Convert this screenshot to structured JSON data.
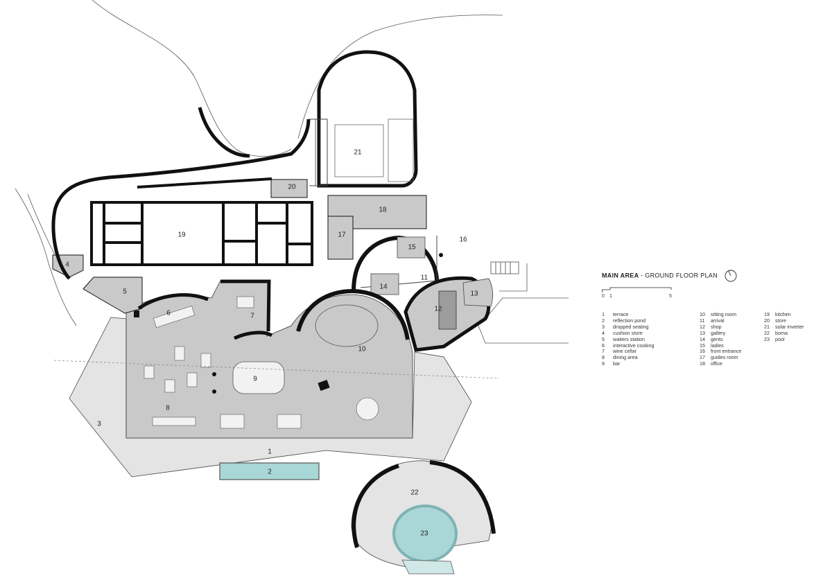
{
  "legend": {
    "title_bold": "MAIN AREA",
    "title_rest": " - GROUND FLOOR PLAN",
    "scale_labels": [
      "0",
      "1",
      "5"
    ],
    "items": [
      {
        "n": "1",
        "label": "terrace"
      },
      {
        "n": "2",
        "label": "reflection pond"
      },
      {
        "n": "3",
        "label": "dropped seating"
      },
      {
        "n": "4",
        "label": "cushion store"
      },
      {
        "n": "5",
        "label": "waiters station"
      },
      {
        "n": "6",
        "label": "interactive cooking"
      },
      {
        "n": "7",
        "label": "wine cellar"
      },
      {
        "n": "8",
        "label": "dining area"
      },
      {
        "n": "9",
        "label": "bar"
      },
      {
        "n": "10",
        "label": "sitting room"
      },
      {
        "n": "11",
        "label": "arrival"
      },
      {
        "n": "12",
        "label": "shop"
      },
      {
        "n": "13",
        "label": "gallery"
      },
      {
        "n": "14",
        "label": "gents"
      },
      {
        "n": "15",
        "label": "ladies"
      },
      {
        "n": "16",
        "label": "front entrance"
      },
      {
        "n": "17",
        "label": "guides room"
      },
      {
        "n": "18",
        "label": "office"
      },
      {
        "n": "19",
        "label": "kitchen"
      },
      {
        "n": "20",
        "label": "store"
      },
      {
        "n": "21",
        "label": "solar inverter"
      },
      {
        "n": "22",
        "label": "boma"
      },
      {
        "n": "23",
        "label": "pool"
      }
    ]
  },
  "room_numbers": [
    "1",
    "2",
    "3",
    "4",
    "5",
    "6",
    "7",
    "8",
    "9",
    "10",
    "11",
    "12",
    "13",
    "14",
    "15",
    "16",
    "17",
    "18",
    "19",
    "20",
    "21",
    "22",
    "23"
  ],
  "colors": {
    "wall": "#111111",
    "floor": "#c9c9c9",
    "terrace": "#e4e4e4",
    "pool": "#a9d6d6",
    "pool_edge": "#7fb3b3",
    "line": "#555555"
  }
}
